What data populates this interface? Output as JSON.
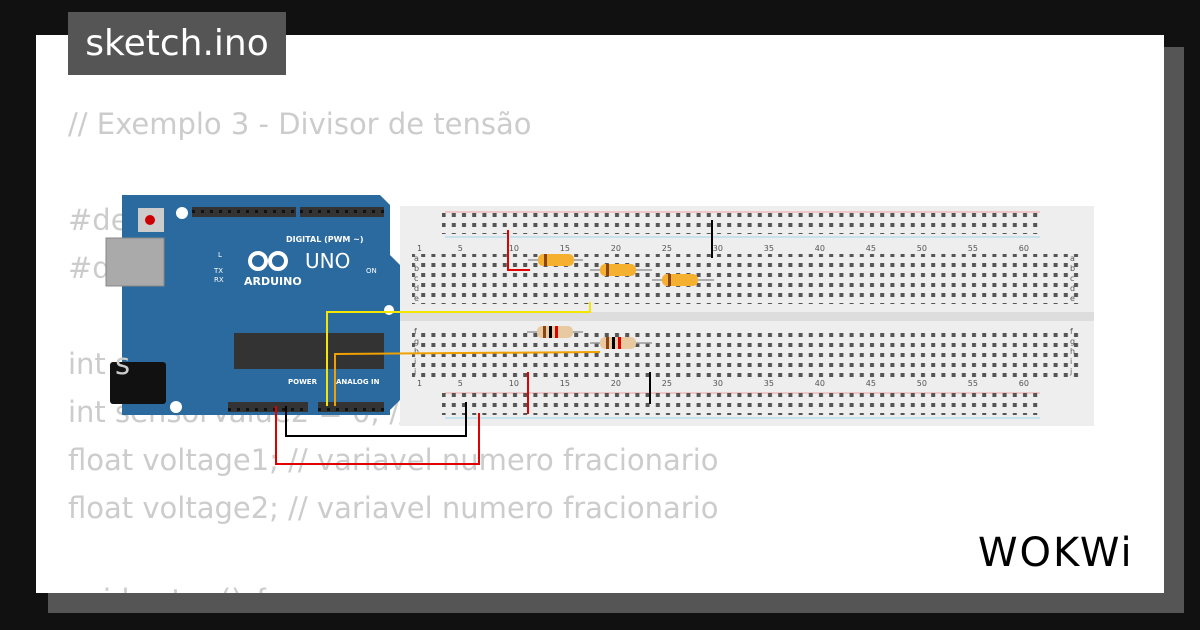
{
  "file_tab": {
    "label": "sketch.ino"
  },
  "code_lines": [
    "// Exemplo 3 - Divisor de tensão",
    "#de",
    "#d",
    "int s",
    "int sensorValue2 = 0; //",
    "float voltage1; // variavel numero fracionario",
    "float voltage2; // variavel numero fracionario",
    "void setup() {"
  ],
  "arduino": {
    "model": "UNO",
    "brand": "ARDUINO",
    "digital_label": "DIGITAL (PWM ~)",
    "power_label": "POWER",
    "analog_label": "ANALOG IN",
    "led_labels": [
      "L",
      "TX",
      "RX",
      "ON"
    ],
    "board_color": "#2a6a9e"
  },
  "breadboard": {
    "column_labels": [
      "1",
      "5",
      "10",
      "15",
      "20",
      "25",
      "30",
      "35",
      "40",
      "45",
      "50",
      "55",
      "60"
    ],
    "row_labels_top": [
      "a",
      "b",
      "c",
      "d",
      "e"
    ],
    "row_labels_bottom": [
      "f",
      "g",
      "h",
      "i",
      "j"
    ]
  },
  "wires": {
    "colors": {
      "power": "#e00000",
      "ground": "#000000",
      "signal1": "#f5e600",
      "signal2": "#f0a000"
    }
  },
  "brand_logo": {
    "text": "WOKWI"
  }
}
